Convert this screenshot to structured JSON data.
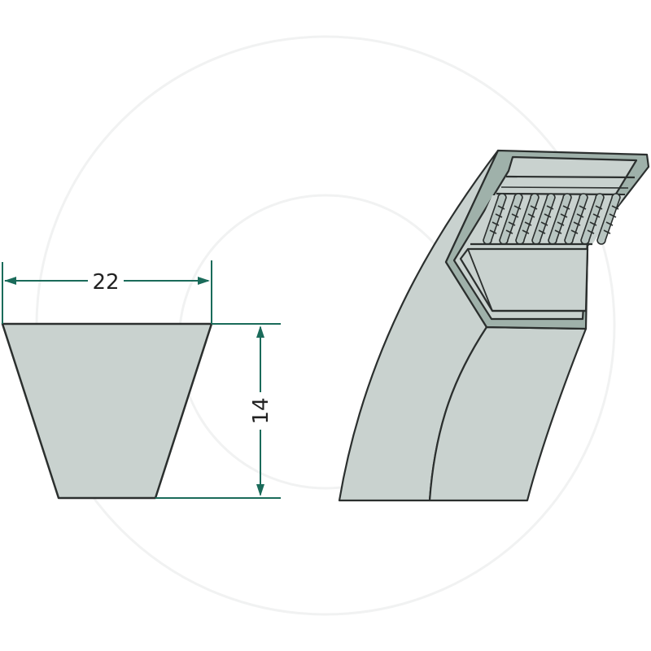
{
  "diagram": {
    "title": "V-belt cross-section and perspective view",
    "cross_section": {
      "width_label": "22",
      "height_label": "14",
      "shape": "trapezoid"
    },
    "perspective": {
      "cord_count": 8
    }
  },
  "colors": {
    "fill": "#c9d2cf",
    "fill_dark": "#9fb1aa",
    "outline": "#2b2f2e",
    "dimension": "#1a6b5a",
    "background": "#ffffff",
    "watermark": "#f3f4f4"
  }
}
